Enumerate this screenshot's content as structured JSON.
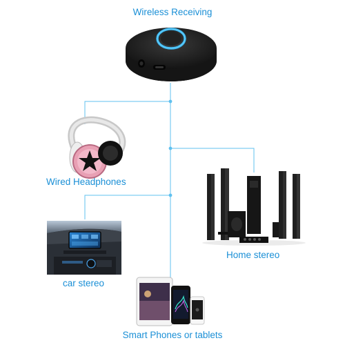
{
  "labels": {
    "wireless": "Wireless Receiving",
    "headphones": "Wired Headphones",
    "home_stereo": "Home stereo",
    "car_stereo": "car stereo",
    "phones": "Smart Phones or tablets"
  },
  "colors": {
    "accent": "#1a8fd6",
    "connector": "#5fc0ef",
    "device_body": "#1b1b1b",
    "led_ring": "#38b8f2"
  },
  "icons": [
    "bluetooth-receiver-icon",
    "headphones-icon",
    "speakers-icon",
    "car-dashboard-icon",
    "phone-tablet-icon"
  ]
}
